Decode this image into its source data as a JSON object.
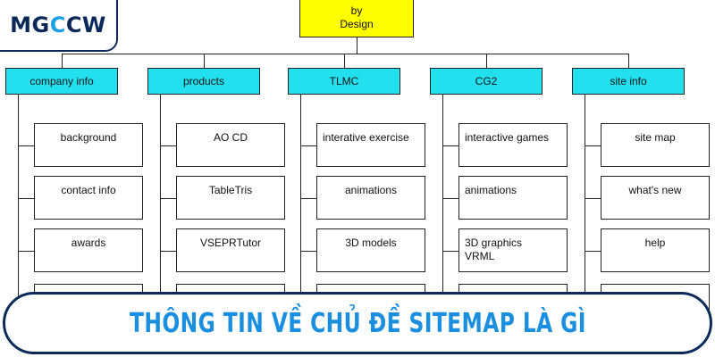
{
  "logo": {
    "prefix": "MG",
    "accent": "C",
    "suffix": "CW"
  },
  "sitemap": {
    "root": "by\nDesign",
    "columns": [
      {
        "label": "company info",
        "items": [
          "background",
          "contact info",
          "awards"
        ]
      },
      {
        "label": "products",
        "items": [
          "AO CD",
          "TableTris",
          "VSEPRTutor"
        ]
      },
      {
        "label": "TLMC",
        "items": [
          "interative exercise",
          "animations",
          "3D models"
        ]
      },
      {
        "label": "CG2",
        "items": [
          "interactive games",
          "animations",
          "3D graphics\nVRML"
        ]
      },
      {
        "label": "site info",
        "items": [
          "site map",
          "what's new",
          "help"
        ]
      }
    ]
  },
  "banner": {
    "title": "THÔNG TIN VỀ CHỦ ĐỀ SITEMAP LÀ GÌ"
  },
  "colors": {
    "root_fill": "#ffff00",
    "category_fill": "#22e0ee",
    "logo_navy": "#0b2a5a",
    "logo_accent": "#1aa0e8",
    "banner_text": "#1a8fe0"
  }
}
